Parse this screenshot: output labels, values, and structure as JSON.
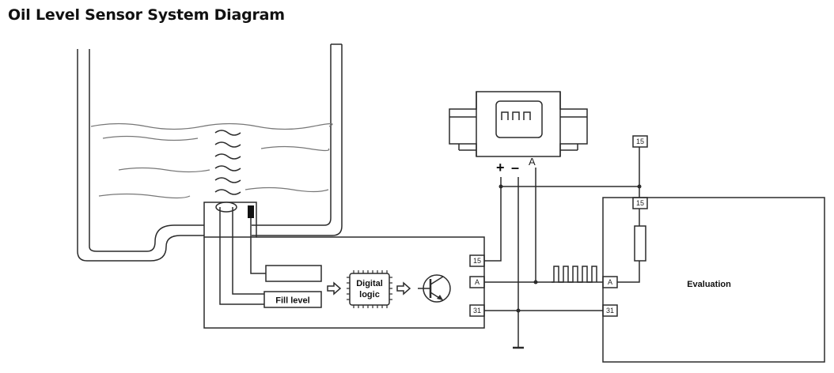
{
  "title": "Oil Level Sensor System Diagram",
  "labels": {
    "fill_level": "Fill level",
    "digital_logic_1": "Digital",
    "digital_logic_2": "logic",
    "evaluation": "Evaluation",
    "plus": "+",
    "minus": "–",
    "connector_a": "A"
  },
  "terminals": {
    "sensor_15": "15",
    "sensor_a": "A",
    "sensor_31": "31",
    "eval_15_top": "15",
    "eval_15": "15",
    "eval_a": "A",
    "eval_31": "31"
  }
}
